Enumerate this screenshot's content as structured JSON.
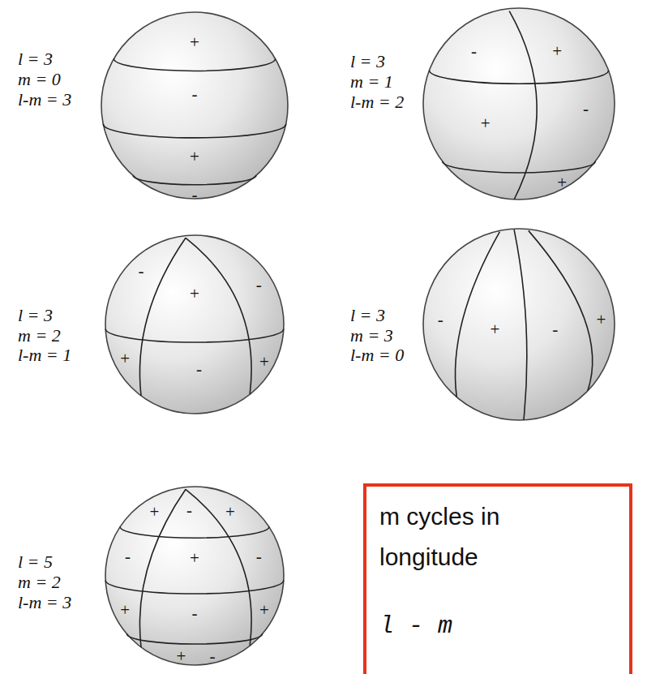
{
  "diagram": {
    "nodes": [
      {
        "text": [
          "+",
          "-",
          "+",
          "-"
        ]
      },
      {
        "text": [
          "-",
          "+",
          "+",
          "-",
          "+"
        ]
      },
      {
        "text": [
          "-",
          "+",
          "-",
          "+",
          "-",
          "+"
        ]
      },
      {
        "text": [
          "-",
          "+",
          "-",
          "+"
        ]
      },
      {
        "text": [
          "+",
          "-",
          "+",
          "-",
          "+",
          "-",
          "+",
          "-",
          "+",
          "+",
          "-"
        ]
      },
      {
        "text": [
          "m cycles in longitude",
          "l - m"
        ]
      }
    ],
    "labels": [
      "l = 3",
      "m = 0",
      "l-m = 3",
      "l = 3",
      "m = 1",
      "l-m = 2",
      "l = 3",
      "m = 2",
      "l-m = 1",
      "l = 3",
      "m = 3",
      "l-m = 0",
      "l = 5",
      "m = 2",
      "l-m = 3"
    ]
  }
}
